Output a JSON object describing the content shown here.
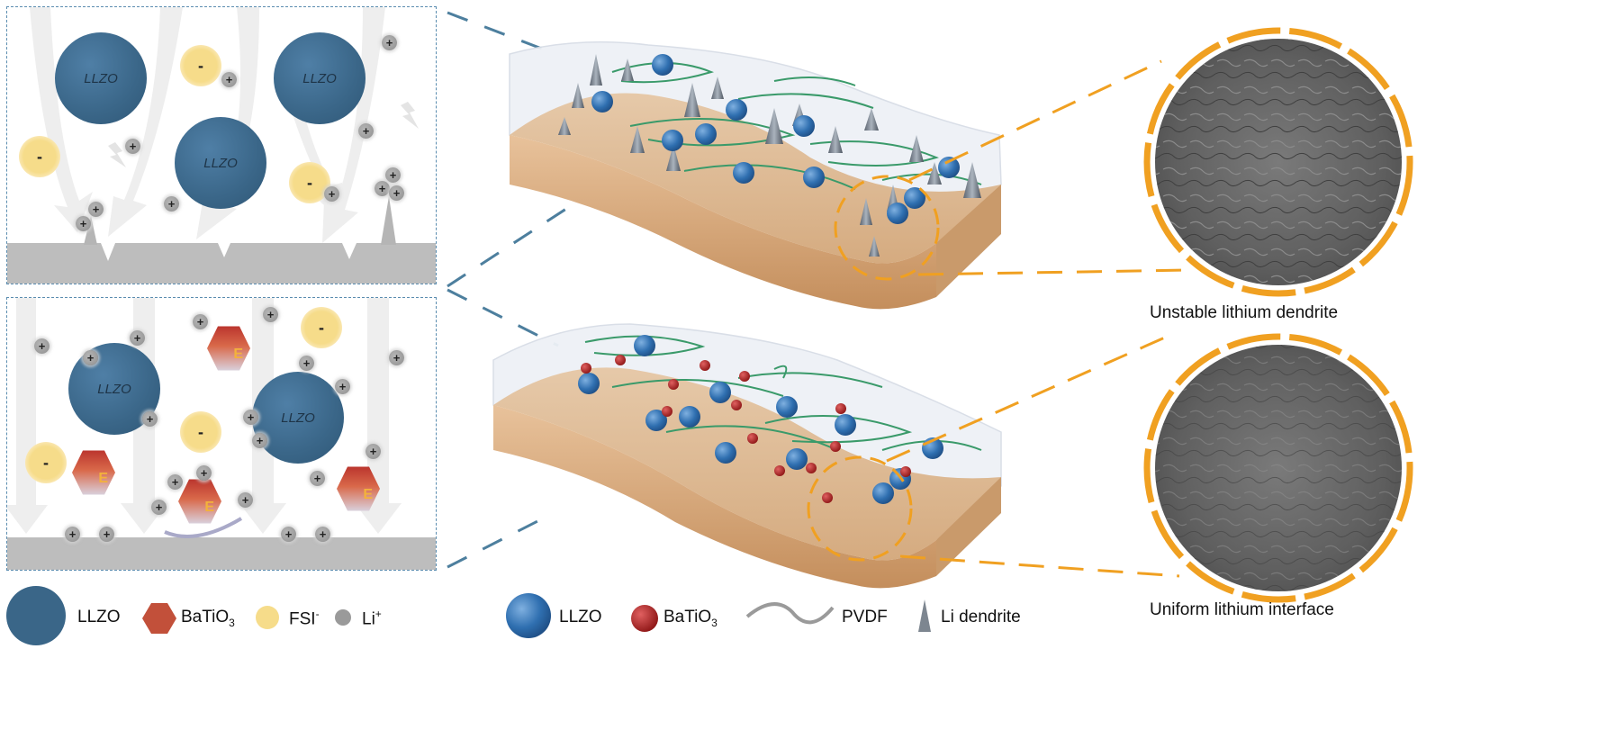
{
  "top_panel": {
    "particles": [
      {
        "label": "LLZO"
      },
      {
        "label": "LLZO"
      },
      {
        "label": "LLZO"
      }
    ],
    "anion_sign": "-",
    "cation_sign": "+"
  },
  "bottom_panel": {
    "particles": [
      {
        "label": "LLZO"
      },
      {
        "label": "LLZO"
      }
    ],
    "bto_field_label": "E"
  },
  "sem_labels": {
    "top": "Unstable  lithium dendrite",
    "bottom": "Uniform lithium interface"
  },
  "legend_left": {
    "llzo": "LLZO",
    "batio3_base": "BaTiO",
    "batio3_sub": "3",
    "fsi_base": "FSI",
    "fsi_sup": "-",
    "li_base": "Li",
    "li_sup": "+"
  },
  "legend_right": {
    "llzo": "LLZO",
    "batio3_base": "BaTiO",
    "batio3_sub": "3",
    "pvdf": "PVDF",
    "dendrite": "Li dendrite"
  },
  "colors": {
    "llzo": "#3a6688",
    "fsi": "#f6dc8a",
    "li": "#9a9a9a",
    "electrode": "#bdbdbd",
    "accent_orange": "#f0a021",
    "batio3": "#b9322c",
    "pvdf": "#3a9a6a",
    "sem_gray": "#6a6a6a",
    "dash_blue": "#4d7f9e"
  }
}
